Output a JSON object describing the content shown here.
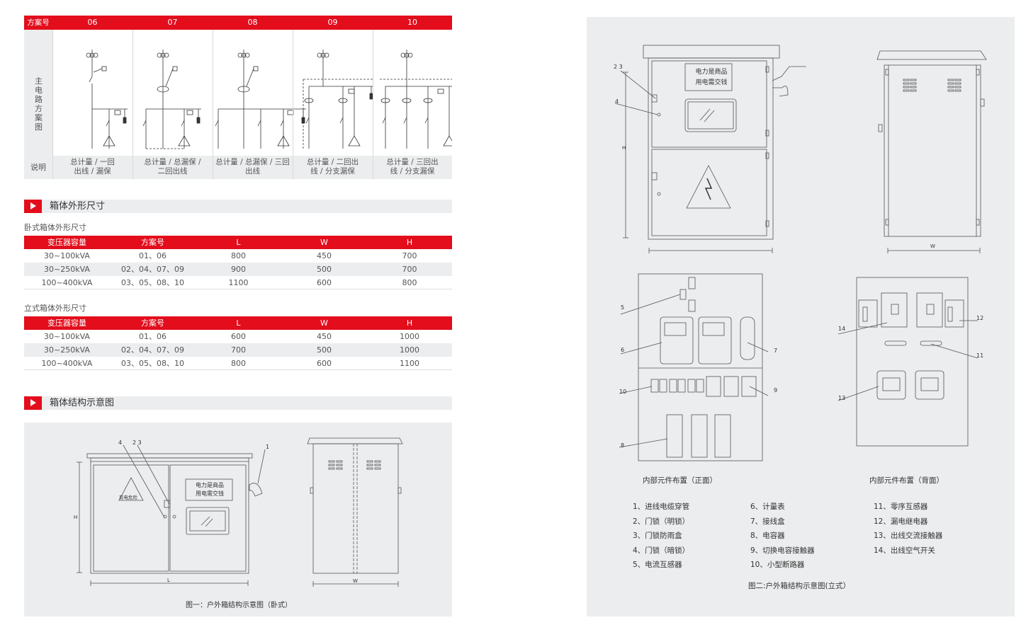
{
  "scheme_table": {
    "header_first": "方案号",
    "columns": [
      "06",
      "07",
      "08",
      "09",
      "10"
    ],
    "vertical_label": "主电路方案图",
    "desc_label": "说明",
    "descriptions": [
      [
        "总计量 / 一回",
        "出线 / 漏保"
      ],
      [
        "总计量 / 总漏保 /",
        "二回出线"
      ],
      [
        "总计量 / 总漏保 / 三回",
        "出线"
      ],
      [
        "总计量 / 二回出",
        "线 / 分支漏保"
      ],
      [
        "总计量 / 三回出",
        "线 / 分支漏保"
      ]
    ]
  },
  "section_dims": {
    "title": "箱体外形尺寸"
  },
  "horizontal_table": {
    "title": "卧式箱体外形尺寸",
    "headers": [
      "变压器容量",
      "方案号",
      "L",
      "W",
      "H"
    ],
    "rows": [
      [
        "30~100kVA",
        "01、06",
        "800",
        "450",
        "700"
      ],
      [
        "30~250kVA",
        "02、04、07、09",
        "900",
        "500",
        "700"
      ],
      [
        "100~400kVA",
        "03、05、08、10",
        "1100",
        "600",
        "800"
      ]
    ]
  },
  "vertical_table": {
    "title": "立式箱体外形尺寸",
    "headers": [
      "变压器容量",
      "方案号",
      "L",
      "W",
      "H"
    ],
    "rows": [
      [
        "30~100kVA",
        "01、06",
        "600",
        "450",
        "1000"
      ],
      [
        "30~250kVA",
        "02、04、07、09",
        "700",
        "500",
        "1000"
      ],
      [
        "100~400kVA",
        "03、05、08、10",
        "800",
        "600",
        "1100"
      ]
    ]
  },
  "section_struct": {
    "title": "箱体结构示意图"
  },
  "fig1": {
    "caption": "图一：户外箱结构示意图（卧式）",
    "warning_text": "有电危险",
    "sign_line1": "电力是商品",
    "sign_line2": "用电需交钱",
    "callouts": [
      "4",
      "2 3",
      "1"
    ],
    "dim_h": "H",
    "dim_l": "L",
    "dim_w": "W"
  },
  "fig2": {
    "caption": "图二:户外箱结构示意图(立式）",
    "sign_line1": "电力是商品",
    "sign_line2": "用电需交钱",
    "callouts": [
      "2 3",
      "4",
      "H",
      "W"
    ],
    "front_caption": "内部元件布置（正面）",
    "back_caption": "内部元件布置（背面）",
    "front_callouts": [
      "5",
      "6",
      "7",
      "10",
      "9",
      "8"
    ],
    "back_callouts": [
      "14",
      "12",
      "11",
      "13"
    ],
    "legend_col1": [
      "1、进线电缆穿管",
      "2、门锁（明锁）",
      "3、门锁防雨盒",
      "4、门锁（暗锁）",
      "5、电流互感器"
    ],
    "legend_col2": [
      "6、计量表",
      "7、接线盒",
      "8、电容器",
      "9、切换电容接触器",
      "10、小型断路器"
    ],
    "legend_col3": [
      "11、零序互感器",
      "12、漏电继电器",
      "13、出线交流接触器",
      "14、出线空气开关"
    ]
  }
}
